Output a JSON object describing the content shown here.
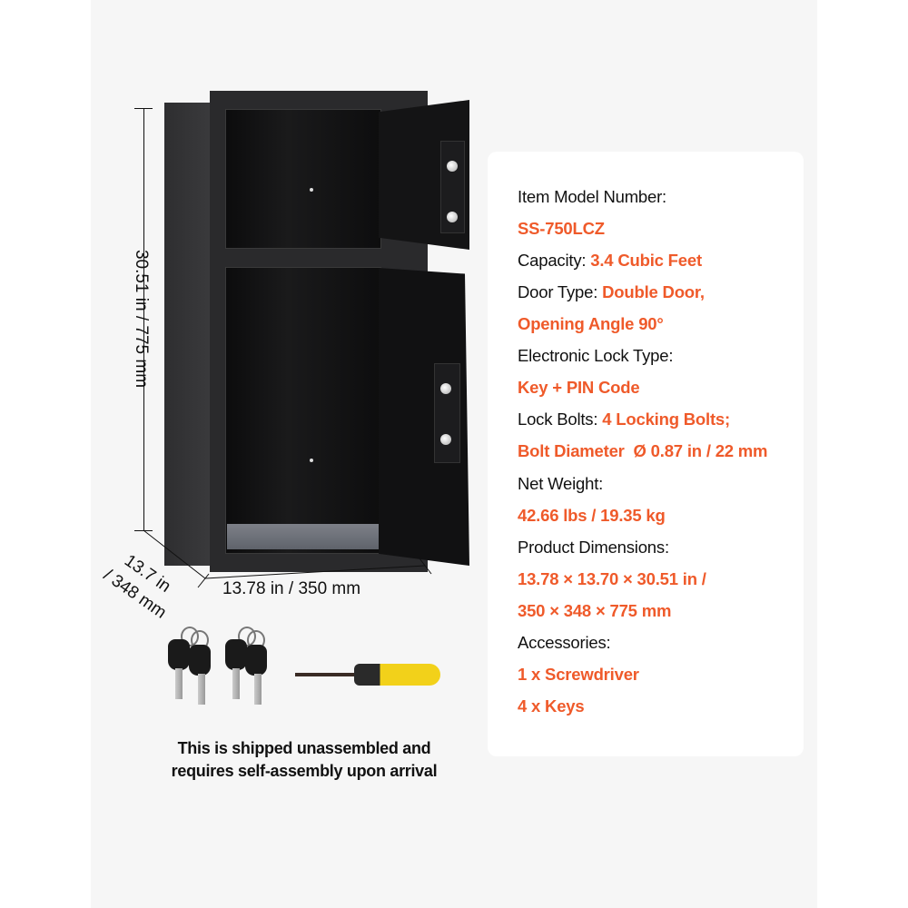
{
  "dimensions": {
    "height": "30.51 in / 775 mm",
    "width": "13.78 in / 350 mm",
    "depth_line1": "13.7 in",
    "depth_line2": "/ 348 mm"
  },
  "specs": {
    "model_label": "Item Model Number:",
    "model_value": "SS-750LCZ",
    "capacity_label": "Capacity:",
    "capacity_value": "3.4 Cubic Feet",
    "door_label": "Door Type:",
    "door_value_1": "Double Door,",
    "door_value_2": "Opening Angle 90°",
    "lock_label": "Electronic Lock Type:",
    "lock_value": "Key + PIN Code",
    "bolts_label": "Lock Bolts:",
    "bolts_value_1": "4 Locking Bolts;",
    "bolts_value_2": "Bolt Diameter  Ø 0.87 in / 22 mm",
    "weight_label": "Net Weight:",
    "weight_value": "42.66 lbs / 19.35 kg",
    "dims_label": "Product Dimensions:",
    "dims_value_1": "13.78 × 13.70 × 30.51 in /",
    "dims_value_2": "350 × 348 × 775 mm",
    "accessories_label": "Accessories:",
    "accessory_1": "1 x Screwdriver",
    "accessory_2": "4 x Keys"
  },
  "note": {
    "line1": "This is shipped unassembled and",
    "line2": "requires self-assembly upon arrival"
  },
  "colors": {
    "accent": "#ef5a2a",
    "panel_bg": "#f6f6f6",
    "card_bg": "#ffffff",
    "text": "#111111"
  }
}
